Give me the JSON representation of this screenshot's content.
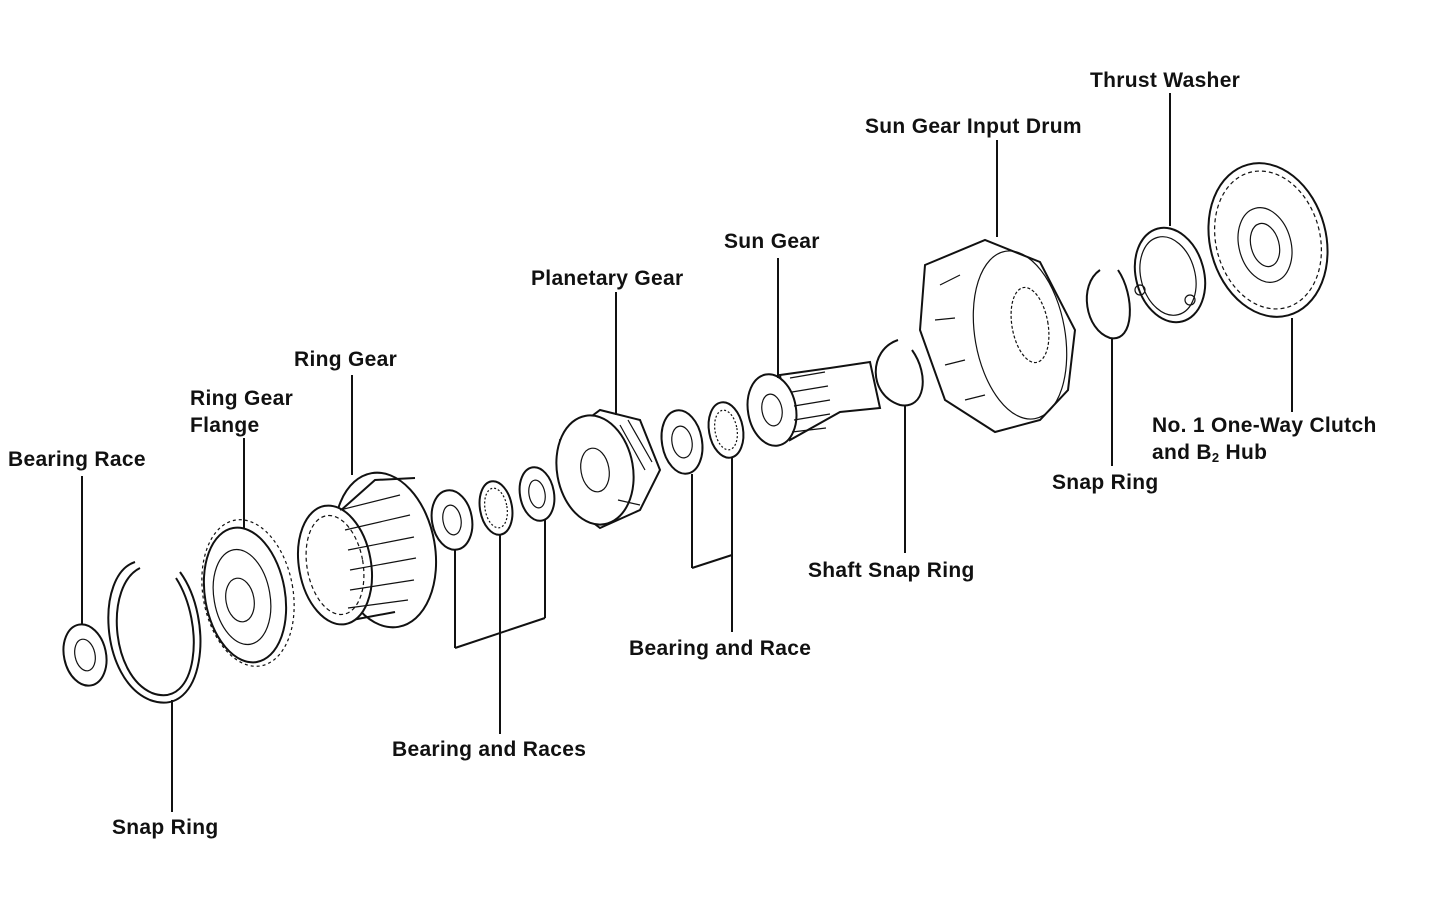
{
  "labels": {
    "bearing_race": "Bearing Race",
    "snap_ring_left": "Snap Ring",
    "ring_gear_flange_1": "Ring Gear",
    "ring_gear_flange_2": "Flange",
    "ring_gear": "Ring Gear",
    "bearing_and_races": "Bearing and Races",
    "planetary_gear": "Planetary Gear",
    "bearing_and_race": "Bearing and Race",
    "sun_gear": "Sun Gear",
    "shaft_snap_ring": "Shaft Snap Ring",
    "sun_gear_input_drum": "Sun Gear Input Drum",
    "snap_ring_right": "Snap Ring",
    "thrust_washer": "Thrust Washer",
    "one_way_clutch_1": "No. 1 One-Way Clutch",
    "one_way_clutch_2_prefix": "and B",
    "one_way_clutch_2_sub": "2",
    "one_way_clutch_2_suffix": " Hub"
  }
}
